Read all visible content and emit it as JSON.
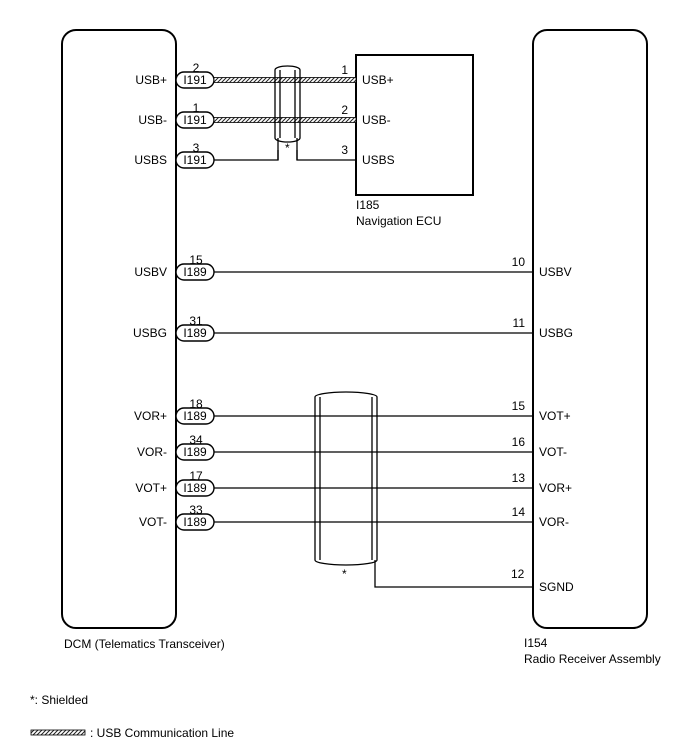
{
  "components": {
    "dcm": {
      "name": "DCM (Telematics Transceiver)"
    },
    "nav": {
      "code": "I185",
      "name": "Navigation ECU"
    },
    "radio": {
      "code": "I154",
      "name": "Radio Receiver Assembly"
    }
  },
  "connectors": [
    {
      "id": "usbp",
      "signal": "USB+",
      "conn": "I191",
      "pin": "2",
      "dest_pin": "1",
      "dest_signal": "USB+",
      "dest": "nav",
      "type": "usb"
    },
    {
      "id": "usbm",
      "signal": "USB-",
      "conn": "I191",
      "pin": "1",
      "dest_pin": "2",
      "dest_signal": "USB-",
      "dest": "nav",
      "type": "usb"
    },
    {
      "id": "usbs",
      "signal": "USBS",
      "conn": "I191",
      "pin": "3",
      "dest_pin": "3",
      "dest_signal": "USBS",
      "dest": "nav",
      "type": "plain"
    },
    {
      "id": "usbv",
      "signal": "USBV",
      "conn": "I189",
      "pin": "15",
      "dest_pin": "10",
      "dest_signal": "USBV",
      "dest": "radio",
      "type": "plain"
    },
    {
      "id": "usbg",
      "signal": "USBG",
      "conn": "I189",
      "pin": "31",
      "dest_pin": "11",
      "dest_signal": "USBG",
      "dest": "radio",
      "type": "plain"
    },
    {
      "id": "vorp",
      "signal": "VOR+",
      "conn": "I189",
      "pin": "18",
      "dest_pin": "15",
      "dest_signal": "VOT+",
      "dest": "radio",
      "type": "plain"
    },
    {
      "id": "vorm",
      "signal": "VOR-",
      "conn": "I189",
      "pin": "34",
      "dest_pin": "16",
      "dest_signal": "VOT-",
      "dest": "radio",
      "type": "plain"
    },
    {
      "id": "votp",
      "signal": "VOT+",
      "conn": "I189",
      "pin": "17",
      "dest_pin": "13",
      "dest_signal": "VOR+",
      "dest": "radio",
      "type": "plain"
    },
    {
      "id": "votm",
      "signal": "VOT-",
      "conn": "I189",
      "pin": "33",
      "dest_pin": "14",
      "dest_signal": "VOR-",
      "dest": "radio",
      "type": "plain"
    }
  ],
  "sgnd": {
    "pin": "12",
    "signal": "SGND"
  },
  "shield_marks": [
    "*",
    "*"
  ],
  "legend": {
    "shielded": "*: Shielded",
    "usb_line": ": USB Communication Line"
  }
}
